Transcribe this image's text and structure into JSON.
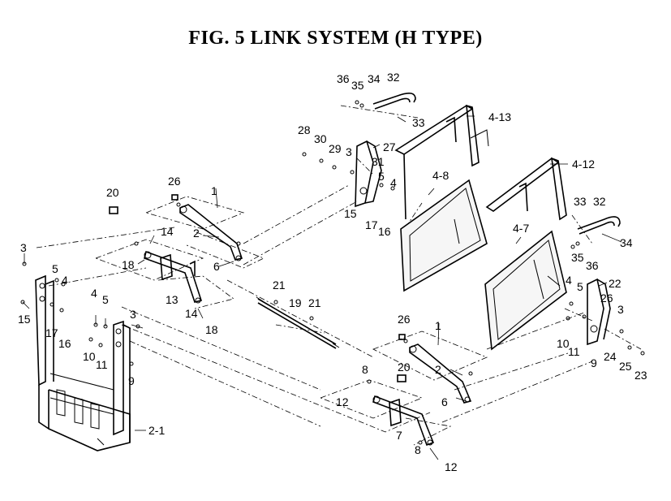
{
  "title": "FIG. 5  LINK SYSTEM (H TYPE)",
  "labels": [
    {
      "id": "l36a",
      "text": "36"
    },
    {
      "id": "l35a",
      "text": "35"
    },
    {
      "id": "l34a",
      "text": "34"
    },
    {
      "id": "l32a",
      "text": "32"
    },
    {
      "id": "l33a",
      "text": "33"
    },
    {
      "id": "l4-13",
      "text": "4-13"
    },
    {
      "id": "l28",
      "text": "28"
    },
    {
      "id": "l30",
      "text": "30"
    },
    {
      "id": "l29",
      "text": "29"
    },
    {
      "id": "l3a",
      "text": "3"
    },
    {
      "id": "l27",
      "text": "27"
    },
    {
      "id": "l31",
      "text": "31"
    },
    {
      "id": "l5a",
      "text": "5"
    },
    {
      "id": "l4a",
      "text": "4"
    },
    {
      "id": "l15a",
      "text": "15"
    },
    {
      "id": "l17a",
      "text": "17"
    },
    {
      "id": "l16a",
      "text": "16"
    },
    {
      "id": "l4-8",
      "text": "4-8"
    },
    {
      "id": "l4-12",
      "text": "4-12"
    },
    {
      "id": "l33b",
      "text": "33"
    },
    {
      "id": "l32b",
      "text": "32"
    },
    {
      "id": "l34b",
      "text": "34"
    },
    {
      "id": "l35b",
      "text": "35"
    },
    {
      "id": "l36b",
      "text": "36"
    },
    {
      "id": "l4-7",
      "text": "4-7"
    },
    {
      "id": "l20a",
      "text": "20"
    },
    {
      "id": "l26a",
      "text": "26"
    },
    {
      "id": "l1a",
      "text": "1"
    },
    {
      "id": "l2a",
      "text": "2"
    },
    {
      "id": "l6a",
      "text": "6"
    },
    {
      "id": "l14a",
      "text": "14"
    },
    {
      "id": "l18a",
      "text": "18"
    },
    {
      "id": "l13",
      "text": "13"
    },
    {
      "id": "l14b",
      "text": "14"
    },
    {
      "id": "l18b",
      "text": "18"
    },
    {
      "id": "l3b",
      "text": "3"
    },
    {
      "id": "l5b",
      "text": "5"
    },
    {
      "id": "l4b",
      "text": "4"
    },
    {
      "id": "l15b",
      "text": "15"
    },
    {
      "id": "l17b",
      "text": "17"
    },
    {
      "id": "l16b",
      "text": "16"
    },
    {
      "id": "l4c",
      "text": "4"
    },
    {
      "id": "l5c",
      "text": "5"
    },
    {
      "id": "l3c",
      "text": "3"
    },
    {
      "id": "l10a",
      "text": "10"
    },
    {
      "id": "l11a",
      "text": "11"
    },
    {
      "id": "l9a",
      "text": "9"
    },
    {
      "id": "l21a",
      "text": "21"
    },
    {
      "id": "l19",
      "text": "19"
    },
    {
      "id": "l21b",
      "text": "21"
    },
    {
      "id": "l2-1",
      "text": "2-1"
    },
    {
      "id": "l26b",
      "text": "26"
    },
    {
      "id": "l1b",
      "text": "1"
    },
    {
      "id": "l2b",
      "text": "2"
    },
    {
      "id": "l6b",
      "text": "6"
    },
    {
      "id": "l20b",
      "text": "20"
    },
    {
      "id": "l8a",
      "text": "8"
    },
    {
      "id": "l12a",
      "text": "12"
    },
    {
      "id": "l7",
      "text": "7"
    },
    {
      "id": "l8b",
      "text": "8"
    },
    {
      "id": "l12b",
      "text": "12"
    },
    {
      "id": "l4d",
      "text": "4"
    },
    {
      "id": "l5d",
      "text": "5"
    },
    {
      "id": "l22",
      "text": "22"
    },
    {
      "id": "l26c",
      "text": "26"
    },
    {
      "id": "l3d",
      "text": "3"
    },
    {
      "id": "l10b",
      "text": "10"
    },
    {
      "id": "l11b",
      "text": "11"
    },
    {
      "id": "l9b",
      "text": "9"
    },
    {
      "id": "l24",
      "text": "24"
    },
    {
      "id": "l25",
      "text": "25"
    },
    {
      "id": "l23",
      "text": "23"
    }
  ]
}
